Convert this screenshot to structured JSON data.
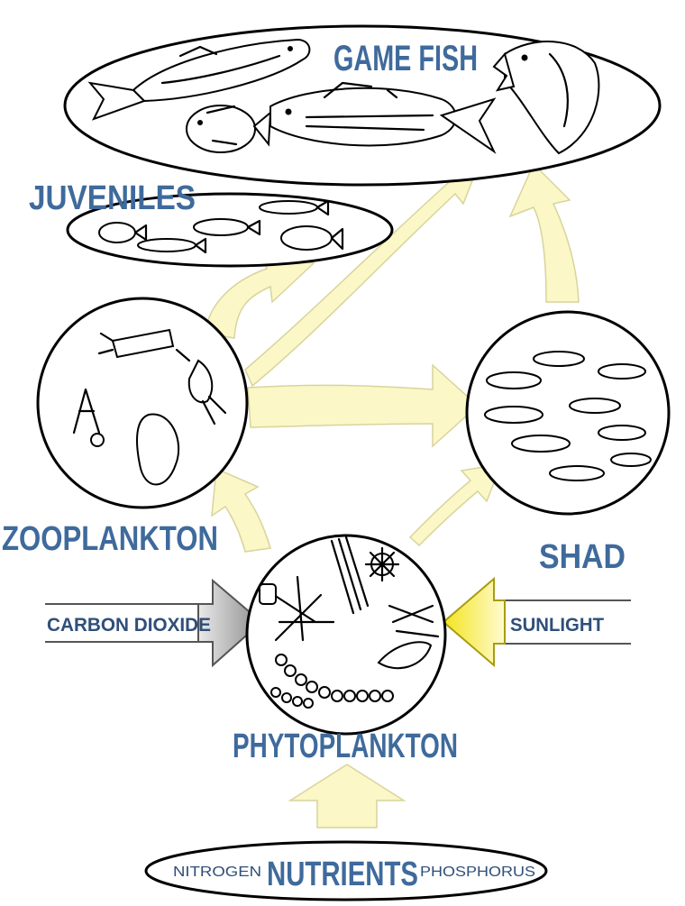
{
  "labels": {
    "game_fish": "GAME FISH",
    "juveniles": "JUVENILES",
    "zooplankton": "ZOOPLANKTON",
    "shad": "SHAD",
    "phytoplankton": "PHYTOPLANKTON",
    "carbon_dioxide": "CARBON DIOXIDE",
    "sunlight": "SUNLIGHT",
    "nutrients": "NUTRIENTS",
    "nitrogen": "NITROGEN",
    "phosphorus": "PHOSPHORUS"
  },
  "colors": {
    "label_blue": "#3f6a9c",
    "arrow_cream": "#fbf7c6",
    "sunlight_yellow": "#f5ea2a",
    "co2_gray": "#9a9a9a"
  }
}
